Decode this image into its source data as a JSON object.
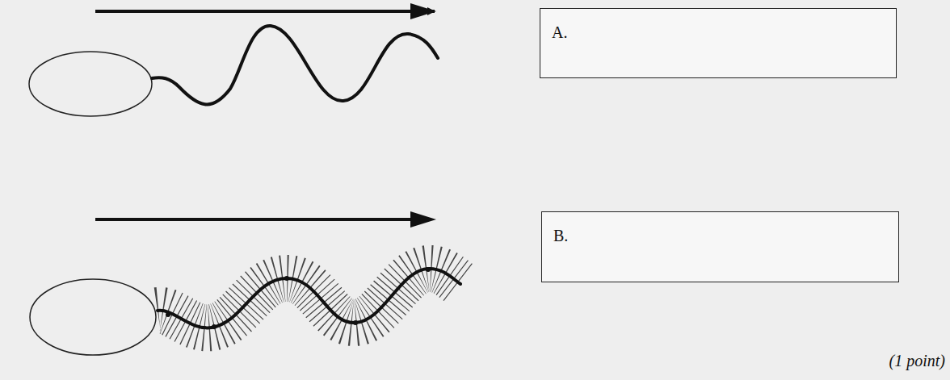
{
  "diagram": {
    "nodes": [
      {
        "text": [
          "A."
        ]
      },
      {
        "text": [
          "B."
        ]
      }
    ],
    "labels": [
      "(1 point)"
    ]
  }
}
